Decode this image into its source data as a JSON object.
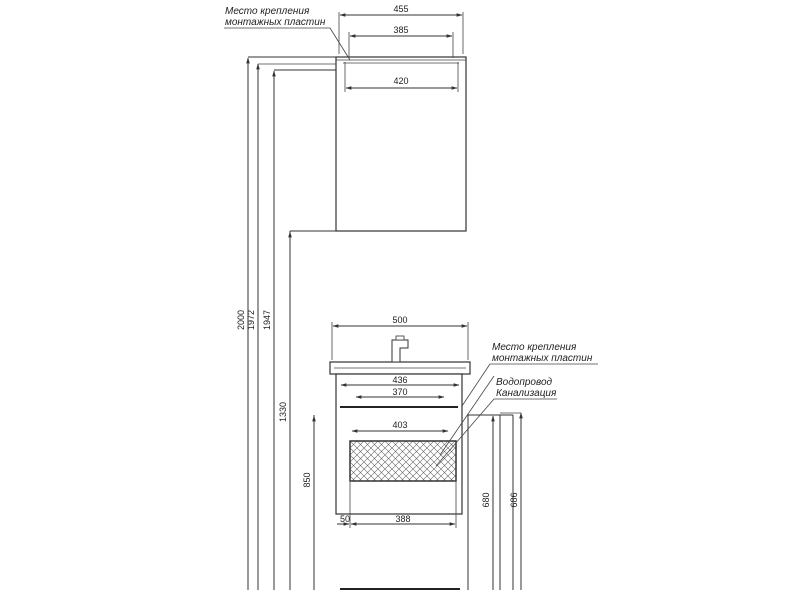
{
  "notes": {
    "mount_top": [
      "Место крепления",
      "монтажных пластин"
    ],
    "mount_mid": [
      "Место крепления",
      "монтажных пластин"
    ],
    "plumbing": [
      "Водопровод",
      "Канализация"
    ]
  },
  "dimensions": {
    "mirror_width": "455",
    "mirror_inner": "385",
    "mirror_mount": "420",
    "h_total": "2000",
    "h_1972": "1972",
    "h_1947": "1947",
    "h_1330": "1330",
    "h_850": "850",
    "h_680": "680",
    "h_686": "686",
    "basin_width": "500",
    "cab_436": "436",
    "cab_370": "370",
    "cab_403": "403",
    "offset_50": "50",
    "base_388": "388"
  }
}
